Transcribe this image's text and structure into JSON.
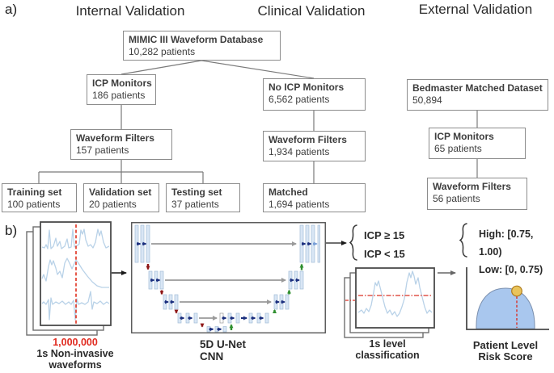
{
  "panel_a": {
    "label": "a)",
    "headers": [
      "Internal Validation",
      "Clinical Validation",
      "External Validation"
    ],
    "boxes": {
      "mimic": {
        "title": "MIMIC III Waveform Database",
        "subtitle": "10,282 patients"
      },
      "icp_internal": {
        "title": "ICP Monitors",
        "subtitle": "186 patients"
      },
      "no_icp": {
        "title": "No ICP Monitors",
        "subtitle": "6,562 patients"
      },
      "bedmaster": {
        "title": "Bedmaster Matched Dataset",
        "subtitle": "50,894"
      },
      "wf_internal": {
        "title": "Waveform Filters",
        "subtitle": "157 patients"
      },
      "wf_clinical": {
        "title": "Waveform Filters",
        "subtitle": "1,934 patients"
      },
      "icp_external": {
        "title": "ICP Monitors",
        "subtitle": "65 patients"
      },
      "training": {
        "title": "Training set",
        "subtitle": "100 patients"
      },
      "validation": {
        "title": "Validation set",
        "subtitle": "20 patients"
      },
      "testing": {
        "title": "Testing set",
        "subtitle": "37 patients"
      },
      "matched": {
        "title": "Matched",
        "subtitle": "1,694 patients"
      },
      "wf_external": {
        "title": "Waveform Filters",
        "subtitle": "56 patients"
      }
    }
  },
  "panel_b": {
    "label": "b)",
    "input_label": {
      "count": "1,000,000",
      "line1": "1s Non-invasive",
      "line2": "waveforms"
    },
    "model_label": {
      "line1": "5D U-Net",
      "line2": "CNN"
    },
    "thresholds": {
      "line1": "ICP ≥ 15",
      "line2": "ICP < 15"
    },
    "classification_label": {
      "line1": "1s level",
      "line2": "classification"
    },
    "risk_ranges": {
      "line1": "High: [0.75, 1.00)",
      "line2": "Low: [0, 0.75)"
    },
    "output_label": {
      "line1": "Patient Level",
      "line2": "Risk Score"
    }
  },
  "colors": {
    "highlight_red": "#e02b20",
    "waveform_blue": "#b9d2e8",
    "dashed_line_red": "#d93025",
    "unet_bar_fill": "#d9e6f5",
    "conv_arrow_navy": "#1b2f7e",
    "down_arrow_red": "#8e1616",
    "up_arrow_green": "#2f8f2f",
    "skip_arrow_gray": "#9a9a9a",
    "gauge_dome_blue": "#a9c7ee",
    "gauge_marker_yellow": "#e9c45b"
  }
}
